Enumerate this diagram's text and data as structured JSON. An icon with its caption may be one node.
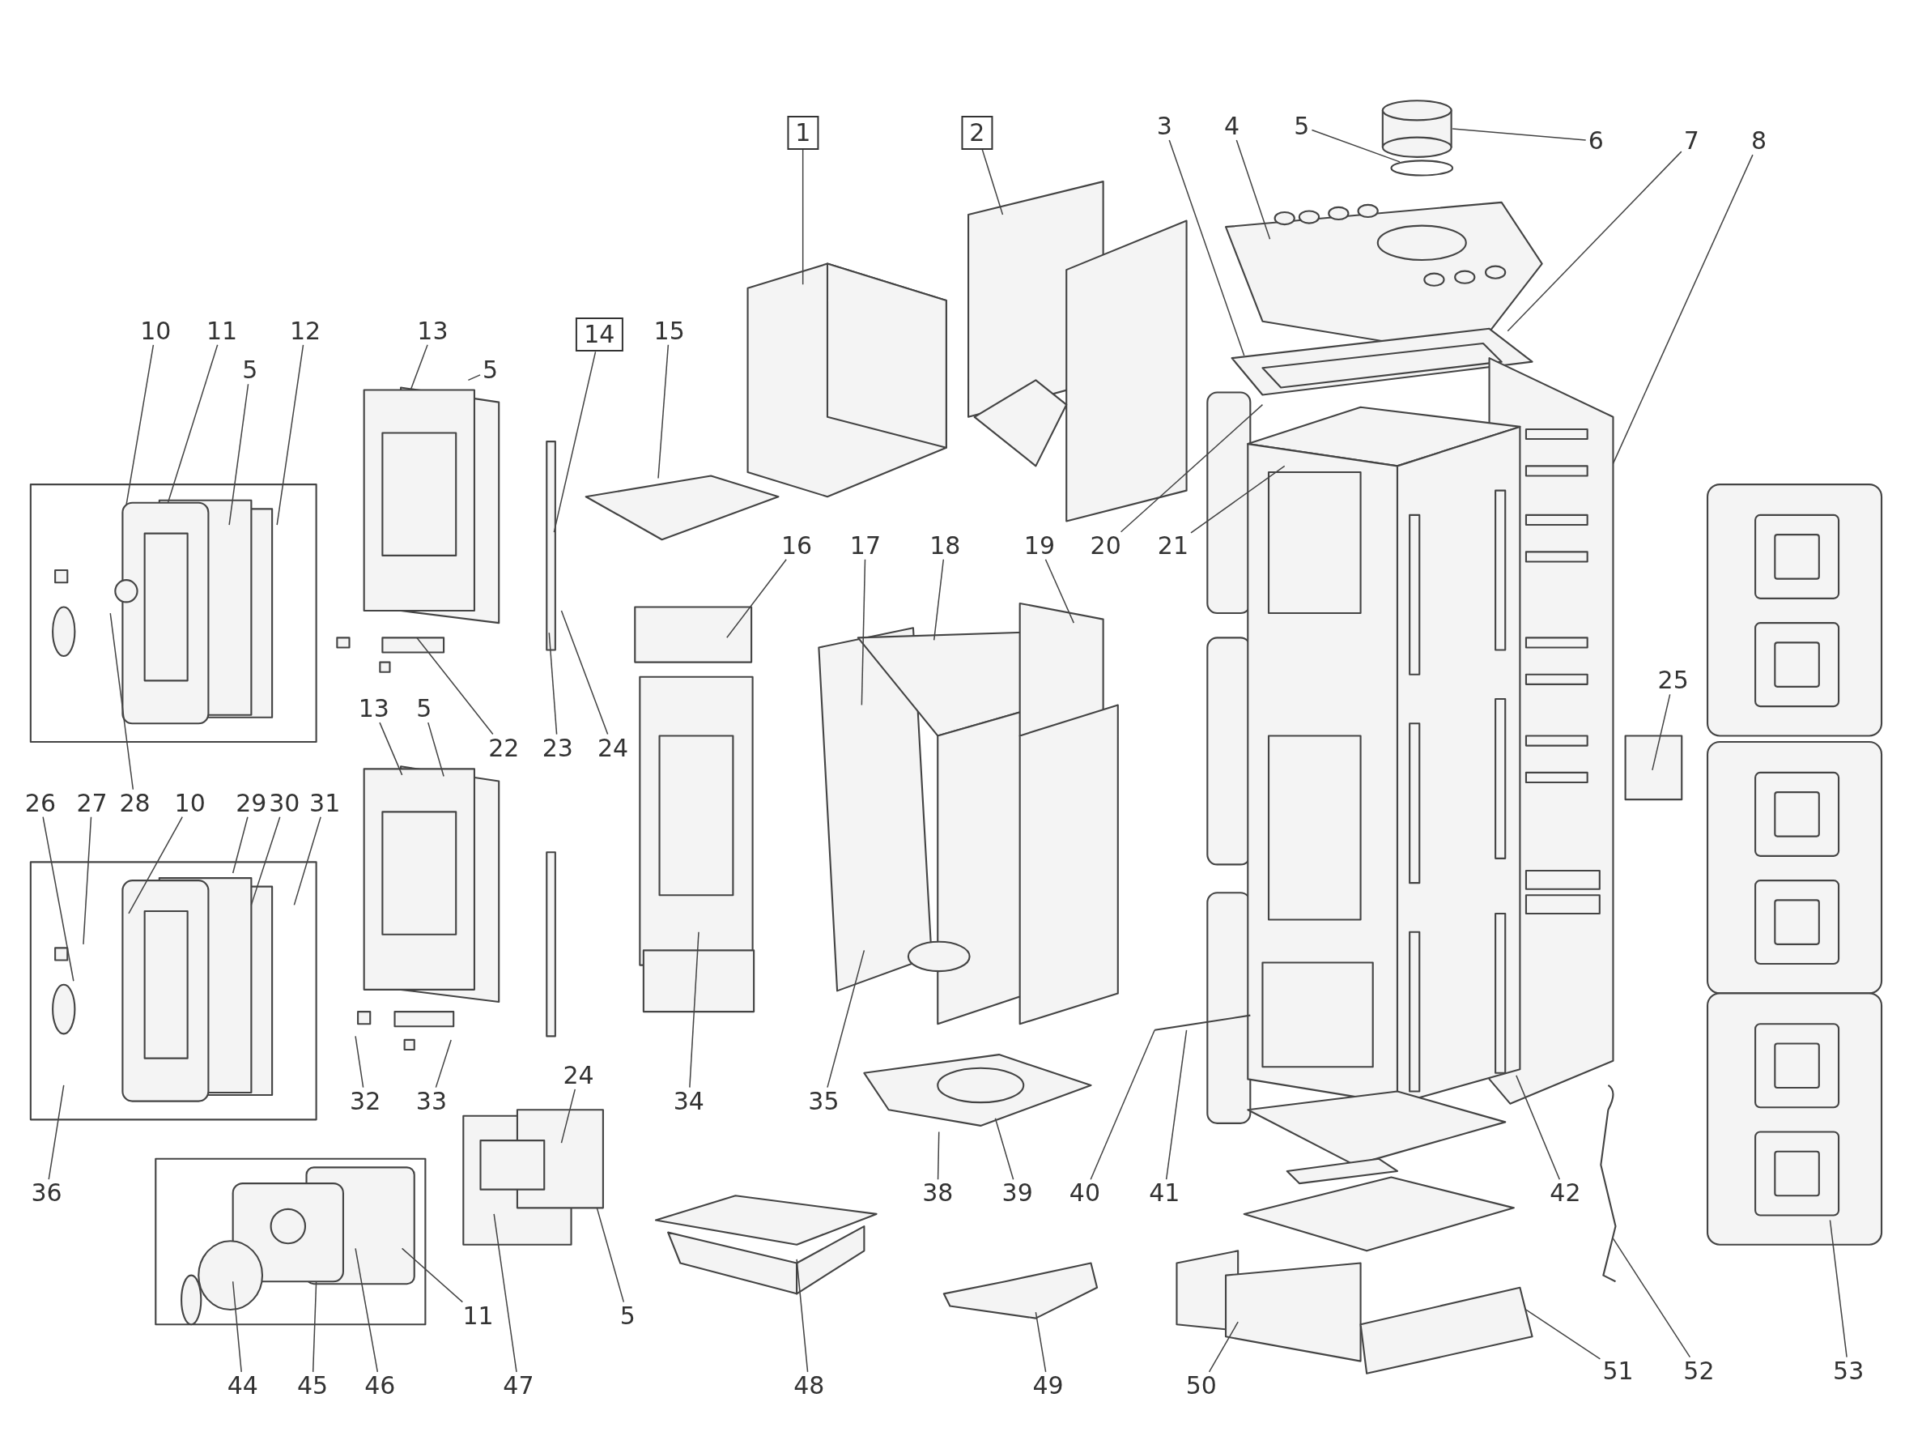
{
  "diagram": {
    "nodes": [
      {
        "text": [
          "1"
        ]
      },
      {
        "text": [
          "2"
        ]
      },
      {
        "text": [
          "3"
        ]
      },
      {
        "text": [
          "4"
        ]
      },
      {
        "text": [
          "5"
        ]
      },
      {
        "text": [
          "6"
        ]
      },
      {
        "text": [
          "7"
        ]
      },
      {
        "text": [
          "8"
        ]
      },
      {
        "text": [
          "10"
        ]
      },
      {
        "text": [
          "11"
        ]
      },
      {
        "text": [
          "5"
        ]
      },
      {
        "text": [
          "12"
        ]
      },
      {
        "text": [
          "13"
        ]
      },
      {
        "text": [
          "5"
        ]
      },
      {
        "text": [
          "14"
        ]
      },
      {
        "text": [
          "15"
        ]
      },
      {
        "text": [
          "16"
        ]
      },
      {
        "text": [
          "17"
        ]
      },
      {
        "text": [
          "18"
        ]
      },
      {
        "text": [
          "19"
        ]
      },
      {
        "text": [
          "20"
        ]
      },
      {
        "text": [
          "21"
        ]
      },
      {
        "text": [
          "22"
        ]
      },
      {
        "text": [
          "23"
        ]
      },
      {
        "text": [
          "24"
        ]
      },
      {
        "text": [
          "25"
        ]
      },
      {
        "text": [
          "26"
        ]
      },
      {
        "text": [
          "27"
        ]
      },
      {
        "text": [
          "28"
        ]
      },
      {
        "text": [
          "10"
        ]
      },
      {
        "text": [
          "29"
        ]
      },
      {
        "text": [
          "30"
        ]
      },
      {
        "text": [
          "31"
        ]
      },
      {
        "text": [
          "13"
        ]
      },
      {
        "text": [
          "5"
        ]
      },
      {
        "text": [
          "32"
        ]
      },
      {
        "text": [
          "33"
        ]
      },
      {
        "text": [
          "34"
        ]
      },
      {
        "text": [
          "35"
        ]
      },
      {
        "text": [
          "36"
        ]
      },
      {
        "text": [
          "38"
        ]
      },
      {
        "text": [
          "39"
        ]
      },
      {
        "text": [
          "40"
        ]
      },
      {
        "text": [
          "41"
        ]
      },
      {
        "text": [
          "42"
        ]
      },
      {
        "text": [
          "24"
        ]
      },
      {
        "text": [
          "5"
        ]
      },
      {
        "text": [
          "47"
        ]
      },
      {
        "text": [
          "48"
        ]
      },
      {
        "text": [
          "49"
        ]
      },
      {
        "text": [
          "50"
        ]
      },
      {
        "text": [
          "51"
        ]
      },
      {
        "text": [
          "52"
        ]
      },
      {
        "text": [
          "53"
        ]
      },
      {
        "text": [
          "44"
        ]
      },
      {
        "text": [
          "45"
        ]
      },
      {
        "text": [
          "46"
        ]
      },
      {
        "text": [
          "11"
        ]
      }
    ],
    "edges": [
      {
        "from": 0,
        "to": null,
        "arrow": "none"
      },
      {
        "from": 1,
        "to": null,
        "arrow": "none"
      },
      {
        "from": 2,
        "to": null,
        "arrow": "none"
      },
      {
        "from": 3,
        "to": null,
        "arrow": "none"
      },
      {
        "from": 4,
        "to": null,
        "arrow": "none"
      },
      {
        "from": 5,
        "to": null,
        "arrow": "none"
      },
      {
        "from": 6,
        "to": null,
        "arrow": "none"
      },
      {
        "from": 7,
        "to": null,
        "arrow": "none"
      },
      {
        "from": 8,
        "to": null,
        "arrow": "none"
      },
      {
        "from": 9,
        "to": null,
        "arrow": "none"
      },
      {
        "from": 10,
        "to": null,
        "arrow": "none"
      },
      {
        "from": 11,
        "to": null,
        "arrow": "none"
      },
      {
        "from": 12,
        "to": null,
        "arrow": "none"
      },
      {
        "from": 13,
        "to": null,
        "arrow": "none"
      },
      {
        "from": 14,
        "to": null,
        "arrow": "none"
      },
      {
        "from": 15,
        "to": null,
        "arrow": "none"
      },
      {
        "from": 16,
        "to": null,
        "arrow": "none"
      },
      {
        "from": 17,
        "to": null,
        "arrow": "none"
      },
      {
        "from": 18,
        "to": null,
        "arrow": "none"
      },
      {
        "from": 19,
        "to": null,
        "arrow": "none"
      },
      {
        "from": 20,
        "to": null,
        "arrow": "none"
      },
      {
        "from": 21,
        "to": null,
        "arrow": "none"
      },
      {
        "from": 22,
        "to": null,
        "arrow": "none"
      },
      {
        "from": 23,
        "to": null,
        "arrow": "none"
      },
      {
        "from": 24,
        "to": null,
        "arrow": "none"
      },
      {
        "from": 25,
        "to": null,
        "arrow": "none"
      },
      {
        "from": 26,
        "to": null,
        "arrow": "none"
      },
      {
        "from": 27,
        "to": null,
        "arrow": "none"
      },
      {
        "from": 28,
        "to": null,
        "arrow": "none"
      },
      {
        "from": 29,
        "to": null,
        "arrow": "none"
      },
      {
        "from": 30,
        "to": null,
        "arrow": "none"
      },
      {
        "from": 31,
        "to": null,
        "arrow": "none"
      },
      {
        "from": 32,
        "to": null,
        "arrow": "none"
      },
      {
        "from": 33,
        "to": null,
        "arrow": "none"
      },
      {
        "from": 34,
        "to": null,
        "arrow": "none"
      },
      {
        "from": 35,
        "to": null,
        "arrow": "none"
      },
      {
        "from": 36,
        "to": null,
        "arrow": "none"
      },
      {
        "from": 37,
        "to": null,
        "arrow": "none"
      },
      {
        "from": 38,
        "to": null,
        "arrow": "none"
      },
      {
        "from": 39,
        "to": null,
        "arrow": "none"
      },
      {
        "from": 40,
        "to": null,
        "arrow": "none"
      },
      {
        "from": 41,
        "to": null,
        "arrow": "none"
      },
      {
        "from": 42,
        "to": null,
        "arrow": "none"
      },
      {
        "from": 43,
        "to": null,
        "arrow": "none"
      },
      {
        "from": 44,
        "to": null,
        "arrow": "none"
      },
      {
        "from": 45,
        "to": null,
        "arrow": "none"
      },
      {
        "from": 46,
        "to": null,
        "arrow": "none"
      },
      {
        "from": 47,
        "to": null,
        "arrow": "none"
      },
      {
        "from": 48,
        "to": null,
        "arrow": "none"
      },
      {
        "from": 49,
        "to": null,
        "arrow": "none"
      },
      {
        "from": 50,
        "to": null,
        "arrow": "none"
      },
      {
        "from": 51,
        "to": null,
        "arrow": "none"
      },
      {
        "from": 52,
        "to": null,
        "arrow": "none"
      },
      {
        "from": 53,
        "to": null,
        "arrow": "none"
      },
      {
        "from": 54,
        "to": null,
        "arrow": "none"
      },
      {
        "from": 55,
        "to": null,
        "arrow": "none"
      },
      {
        "from": 56,
        "to": null,
        "arrow": "none"
      },
      {
        "from": 57,
        "to": null,
        "arrow": "none"
      }
    ]
  }
}
